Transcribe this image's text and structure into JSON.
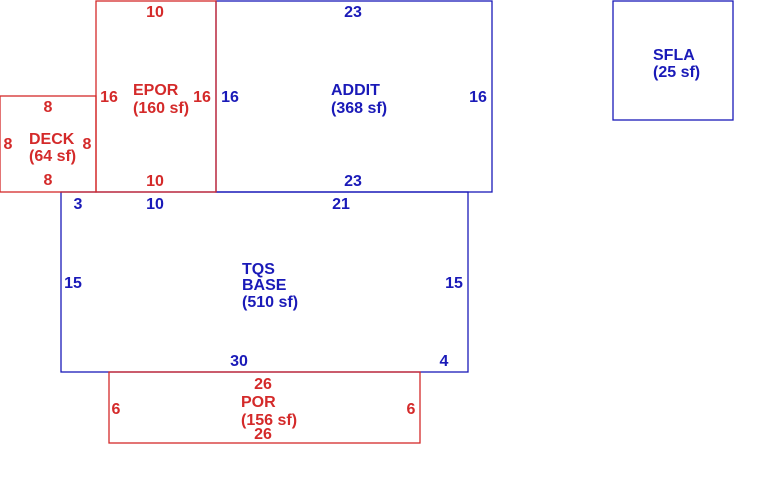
{
  "colors": {
    "blue": "#1a1ab8",
    "red": "#d42a2a"
  },
  "areas": {
    "deck": {
      "name": "DECK",
      "area": "(64 sf)",
      "dims": {
        "top": "8",
        "bottom": "8",
        "left": "8",
        "right": "8"
      }
    },
    "epor": {
      "name": "EPOR",
      "area": "(160 sf)",
      "dims": {
        "top": "10",
        "bottom": "10",
        "left": "16",
        "right": "16"
      }
    },
    "addit": {
      "name": "ADDIT",
      "area": "(368 sf)",
      "dims": {
        "top": "23",
        "bottom": "23",
        "left": "16",
        "right": "16"
      }
    },
    "sfla": {
      "name": "SFLA",
      "area": "(25 sf)"
    },
    "base": {
      "name_line1": "TQS",
      "name_line2": "BASE",
      "area": "(510 sf)",
      "dims": {
        "top_left": "3",
        "top_mid": "10",
        "top_right": "21",
        "left": "15",
        "right": "15",
        "bottom": "30",
        "bottom_right": "4"
      }
    },
    "por": {
      "name": "POR",
      "area": "(156 sf)",
      "dims": {
        "top": "26",
        "bottom": "26",
        "left": "6",
        "right": "6"
      }
    }
  }
}
